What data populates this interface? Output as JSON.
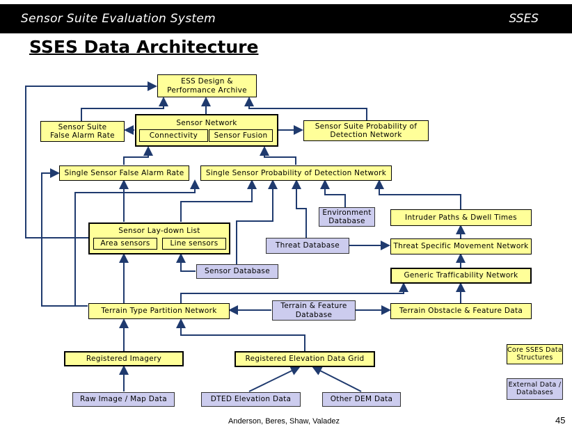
{
  "header": {
    "left_title": "Sensor Suite Evaluation System",
    "right_title": "SSES"
  },
  "slide_title": "SSES Data Architecture",
  "nodes": {
    "ess_archive": "ESS Design &\nPerformance Archive",
    "sensor_network": "Sensor Network",
    "connectivity": "Connectivity",
    "sensor_fusion": "Sensor Fusion",
    "suite_far": "Sensor Suite\nFalse Alarm Rate",
    "suite_pod": "Sensor Suite Probability of\nDetection Network",
    "single_far": "Single Sensor False Alarm Rate",
    "single_pod": "Single Sensor Probability of Detection Network",
    "environment_db": "Environment\nDatabase",
    "intruder_paths": "Intruder Paths & Dwell Times",
    "laydown_list": "Sensor Lay-down List",
    "area_sensors": "Area sensors",
    "line_sensors": "Line sensors",
    "threat_db": "Threat Database",
    "threat_movement": "Threat Specific Movement Network",
    "sensor_db": "Sensor Database",
    "generic_traf": "Generic Trafficability Network",
    "terrain_partition": "Terrain Type Partition Network",
    "terrain_feature_db": "Terrain & Feature\nDatabase",
    "terrain_obstacle": "Terrain Obstacle & Feature Data",
    "registered_imagery": "Registered Imagery",
    "registered_elevation": "Registered Elevation Data Grid",
    "raw_image": "Raw Image / Map Data",
    "dted": "DTED Elevation Data",
    "other_dem": "Other DEM Data"
  },
  "legend": {
    "core": "Core SSES Data\nStructures",
    "external": "External Data /\nDatabases"
  },
  "colors": {
    "core_fill": "#ffff99",
    "external_fill": "#ccccee",
    "connector": "#1f3a6e",
    "header_bg": "#000000"
  },
  "footer": {
    "authors": "Anderson, Beres, Shaw, Valadez",
    "page_number": "45"
  }
}
